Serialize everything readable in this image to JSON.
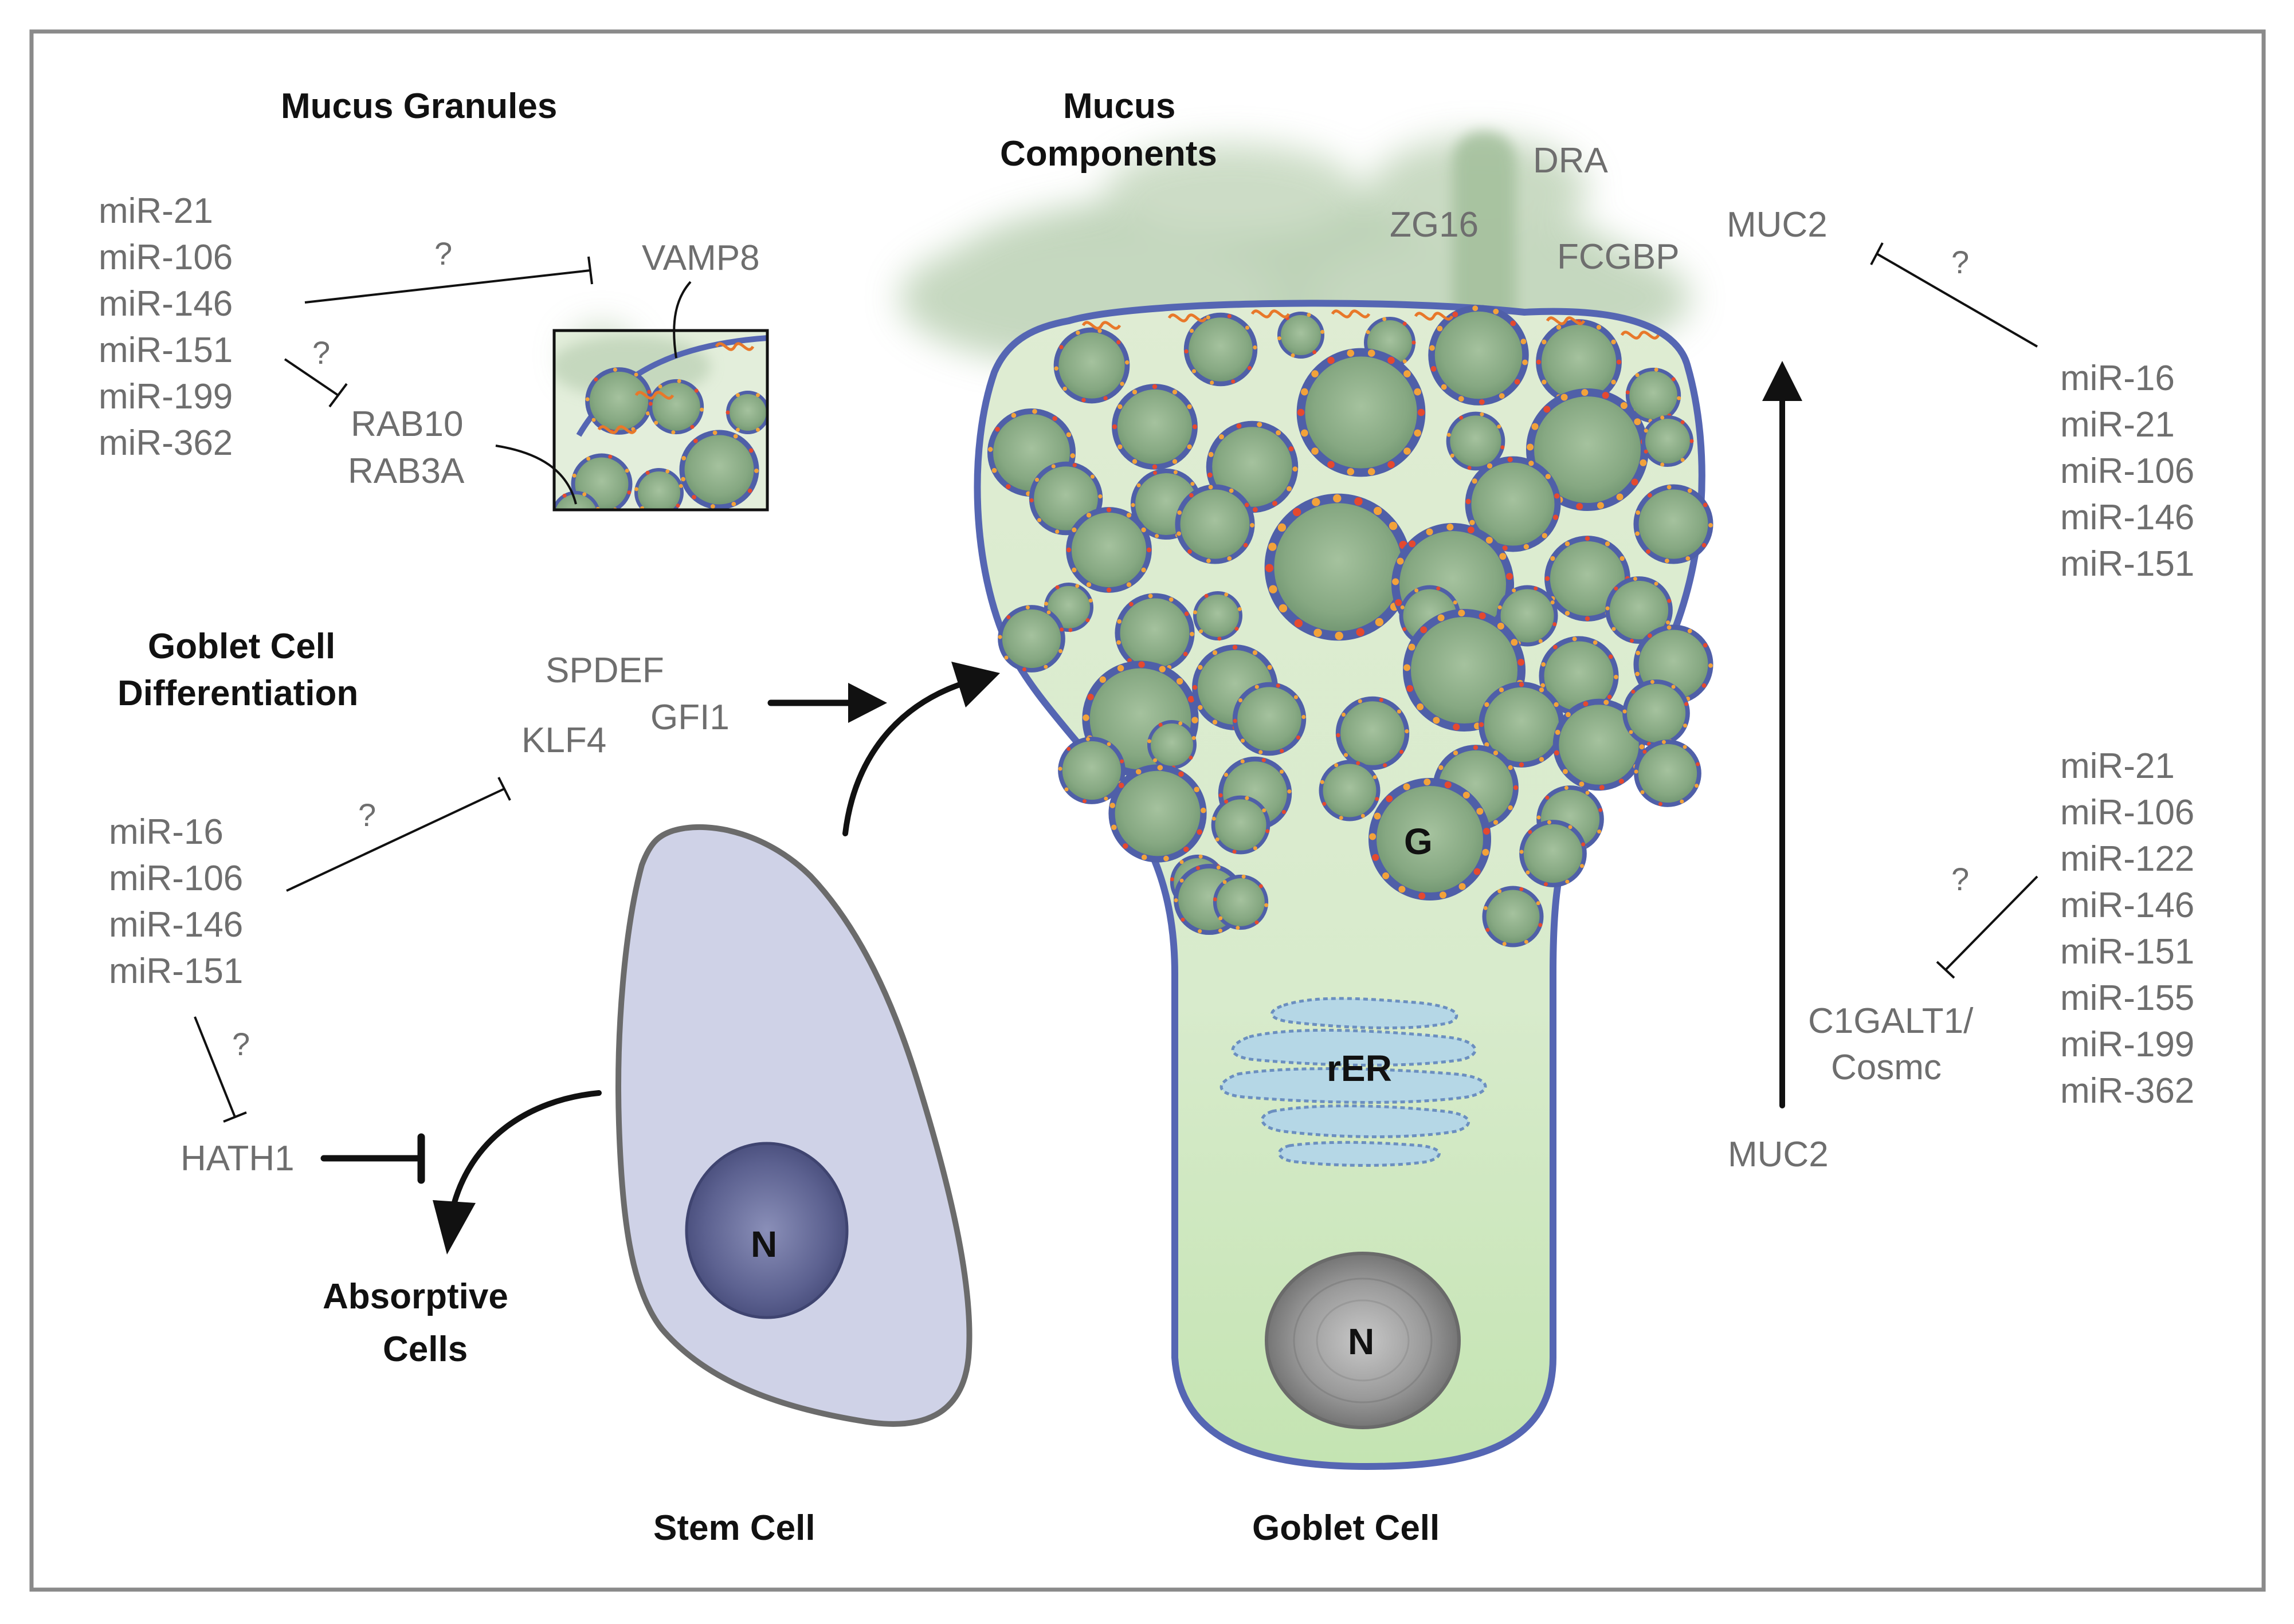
{
  "headings": {
    "mucus_granules": "Mucus Granules",
    "mucus_components_1": "Mucus",
    "mucus_components_2": "Components",
    "goblet_diff_1": "Goblet Cell",
    "goblet_diff_2": "Differentiation",
    "absorptive_1": "Absorptive",
    "absorptive_2": "Cells",
    "stem_cell": "Stem Cell",
    "goblet_cell": "Goblet Cell"
  },
  "genes": {
    "vamp8": "VAMP8",
    "rab10": "RAB10",
    "rab3a": "RAB3A",
    "dra": "DRA",
    "zg16": "ZG16",
    "fcgbp": "FCGBP",
    "muc2_top": "MUC2",
    "muc2_bottom": "MUC2",
    "spdef": "SPDEF",
    "gfi1": "GFI1",
    "klf4": "KLF4",
    "hath1": "HATH1",
    "c1galt1_1": "C1GALT1/",
    "c1galt1_2": "Cosmc"
  },
  "organelles": {
    "granule": "G",
    "rer": "rER",
    "goblet_nucleus": "N",
    "stem_nucleus": "N"
  },
  "mirna_groups": {
    "granules": [
      "miR-21",
      "miR-106",
      "miR-146",
      "miR-151",
      "miR-199",
      "miR-362"
    ],
    "muc2_top": [
      "miR-16",
      "miR-21",
      "miR-106",
      "miR-146",
      "miR-151"
    ],
    "differentiation": [
      "miR-16",
      "miR-106",
      "miR-146",
      "miR-151"
    ],
    "c1galt1": [
      "miR-21",
      "miR-106",
      "miR-122",
      "miR-146",
      "miR-151",
      "miR-155",
      "miR-199",
      "miR-362"
    ]
  },
  "question_marks": {
    "vamp8": "?",
    "rab10": "?",
    "muc2": "?",
    "klf4": "?",
    "hath1": "?",
    "c1galt1": "?"
  },
  "colors": {
    "border": "#8a8a8a",
    "goblet_fill": "#d6e8c8",
    "granule_fill": "#8fb08a",
    "membrane": "#4d5fb0",
    "stem_fill": "#cdd1e6",
    "stem_nucleus": "#5a5f8c",
    "goblet_nucleus": "#8a8a8a",
    "rer": "#a8cfe0",
    "mucus_cloud": "#9fbf96",
    "text_gray": "#6e6e6e"
  }
}
